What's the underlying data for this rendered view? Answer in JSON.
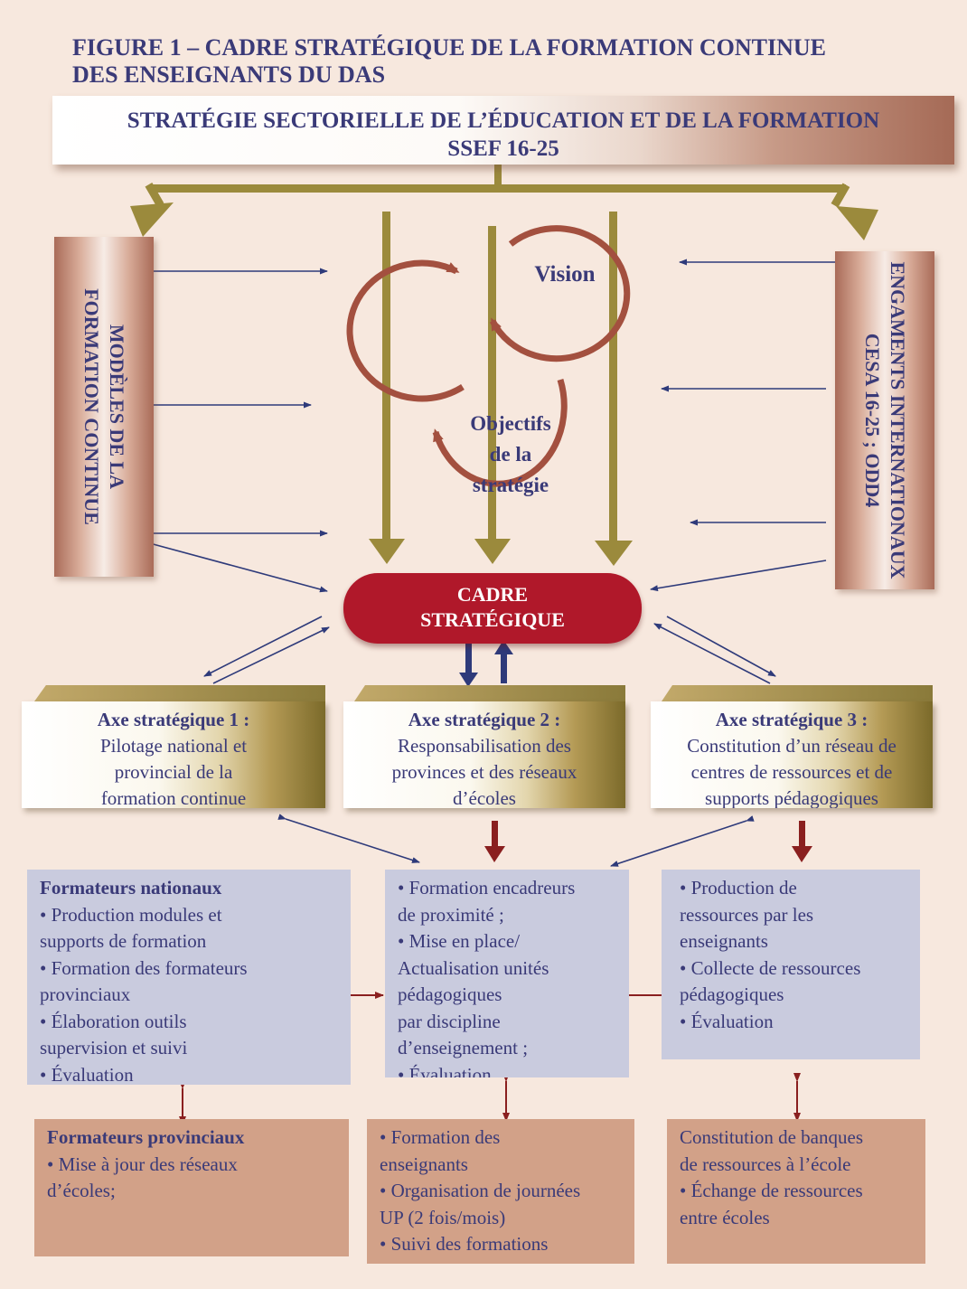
{
  "title": {
    "line1": "FIGURE 1 – CADRE STRATÉGIQUE DE LA FORMATION CONTINUE",
    "line2": "DES ENSEIGNANTS DU DAS"
  },
  "banner": {
    "line1": "STRATÉGIE SECTORIELLE DE L’ÉDUCATION ET DE LA FORMATION",
    "line2": "SSEF 16-25"
  },
  "left_pillar": {
    "line1": "MODÈLES DE LA",
    "line2": "FORMATION CONTINUE"
  },
  "right_pillar": {
    "line1": "ENGAMENTS INTERNATIONAUX",
    "line2": "CESA 16-25 ; ODD4"
  },
  "vision": "Vision",
  "objectives": {
    "line1": "Objectifs",
    "line2": "de la",
    "line3": "stratégie"
  },
  "cadre": {
    "line1": "CADRE",
    "line2": "STRATÉGIQUE"
  },
  "axes": [
    {
      "title": "Axe stratégique 1 :",
      "lines": [
        "Pilotage national et",
        "provincial de la",
        "formation continue"
      ]
    },
    {
      "title": "Axe stratégique 2 :",
      "lines": [
        "Responsabilisation des",
        "provinces et des réseaux",
        "d’écoles"
      ]
    },
    {
      "title": "Axe stratégique 3 :",
      "lines": [
        "Constitution d’un réseau de",
        "centres de ressources et de",
        "supports pédagogiques"
      ]
    }
  ],
  "middle_boxes": [
    {
      "title": "Formateurs nationaux",
      "lines": [
        "• Production modules et",
        "supports de formation",
        "• Formation des formateurs",
        "provinciaux",
        "• Élaboration outils",
        "supervision et suivi",
        "• Évaluation"
      ]
    },
    {
      "lines": [
        "• Formation encadreurs",
        "de proximité ;",
        "• Mise en place/",
        "Actualisation unités",
        "pédagogiques",
        "par discipline",
        "d’enseignement ;",
        "• Évaluation"
      ]
    },
    {
      "lines": [
        "• Production de",
        "ressources par les",
        "enseignants",
        "• Collecte de ressources",
        "pédagogiques",
        "• Évaluation"
      ]
    }
  ],
  "bottom_boxes": [
    {
      "title": "Formateurs provinciaux",
      "lines": [
        "• Mise à jour des réseaux",
        "d’écoles;"
      ]
    },
    {
      "lines": [
        "• Formation des",
        "enseignants",
        "• Organisation de journées",
        "UP (2 fois/mois)",
        "• Suivi des formations"
      ]
    },
    {
      "lines": [
        "Constitution de banques",
        "de ressources à l’école",
        "• Échange de ressources",
        "entre écoles"
      ]
    }
  ],
  "colors": {
    "background": "#f7e8de",
    "text": "#3a3a78",
    "olive_arrow": "#9b8a3c",
    "cycle": "#a3503f",
    "cadre": "#b0182a",
    "navy_arrow": "#2e3a7a",
    "maroon_arrow": "#8a1f1f",
    "blue_box": "#c9cbde",
    "brown_box": "#d2a188"
  }
}
